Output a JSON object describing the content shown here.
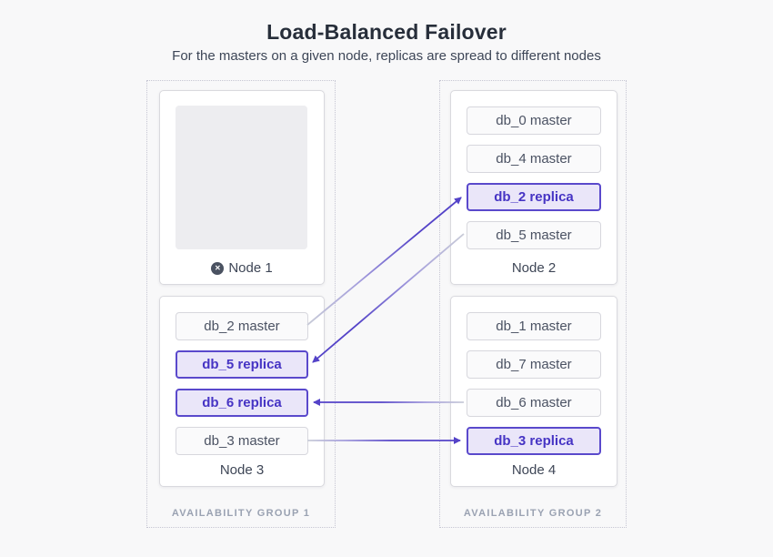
{
  "header": {
    "title": "Load-Balanced Failover",
    "subtitle": "For the masters on a given node, replicas are spread to different nodes"
  },
  "groups": [
    {
      "label": "AVAILABILITY GROUP 1",
      "nodes": [
        "Node 1",
        "Node 3"
      ]
    },
    {
      "label": "AVAILABILITY GROUP 2",
      "nodes": [
        "Node 2",
        "Node 4"
      ]
    }
  ],
  "nodes": [
    {
      "name": "Node 1",
      "status": "failed",
      "items": []
    },
    {
      "name": "Node 2",
      "status": "ok",
      "items": [
        {
          "label": "db_0 master",
          "type": "master"
        },
        {
          "label": "db_4 master",
          "type": "master"
        },
        {
          "label": "db_2 replica",
          "type": "replica"
        },
        {
          "label": "db_5 master",
          "type": "master"
        }
      ]
    },
    {
      "name": "Node 3",
      "status": "ok",
      "items": [
        {
          "label": "db_2 master",
          "type": "master"
        },
        {
          "label": "db_5 replica",
          "type": "replica"
        },
        {
          "label": "db_6 replica",
          "type": "replica"
        },
        {
          "label": "db_3 master",
          "type": "master"
        }
      ]
    },
    {
      "name": "Node 4",
      "status": "ok",
      "items": [
        {
          "label": "db_1 master",
          "type": "master"
        },
        {
          "label": "db_7 master",
          "type": "master"
        },
        {
          "label": "db_6 master",
          "type": "master"
        },
        {
          "label": "db_3 replica",
          "type": "replica"
        }
      ]
    }
  ],
  "links": [
    {
      "from": "db_2 master (Node 3)",
      "to": "db_2 replica (Node 2)"
    },
    {
      "from": "db_5 master (Node 2)",
      "to": "db_5 replica (Node 3)"
    },
    {
      "from": "db_6 master (Node 4)",
      "to": "db_6 replica (Node 3)"
    },
    {
      "from": "db_3 master (Node 3)",
      "to": "db_3 replica (Node 4)"
    }
  ],
  "icons": {
    "failed_node_glyph": "✕"
  },
  "colors": {
    "background": "#f8f8f9",
    "accent_purple": "#5443c8",
    "replica_fill": "#eae6f9",
    "replica_border": "#5a49cc",
    "replica_text": "#4634c4",
    "master_fill": "#fafafb",
    "master_border": "#d7d7dd",
    "master_text": "#4b5263",
    "arrow_source_gray": "#c9ccd8",
    "group_border": "#c6c6d3",
    "group_label_text": "#9aa2b2"
  }
}
